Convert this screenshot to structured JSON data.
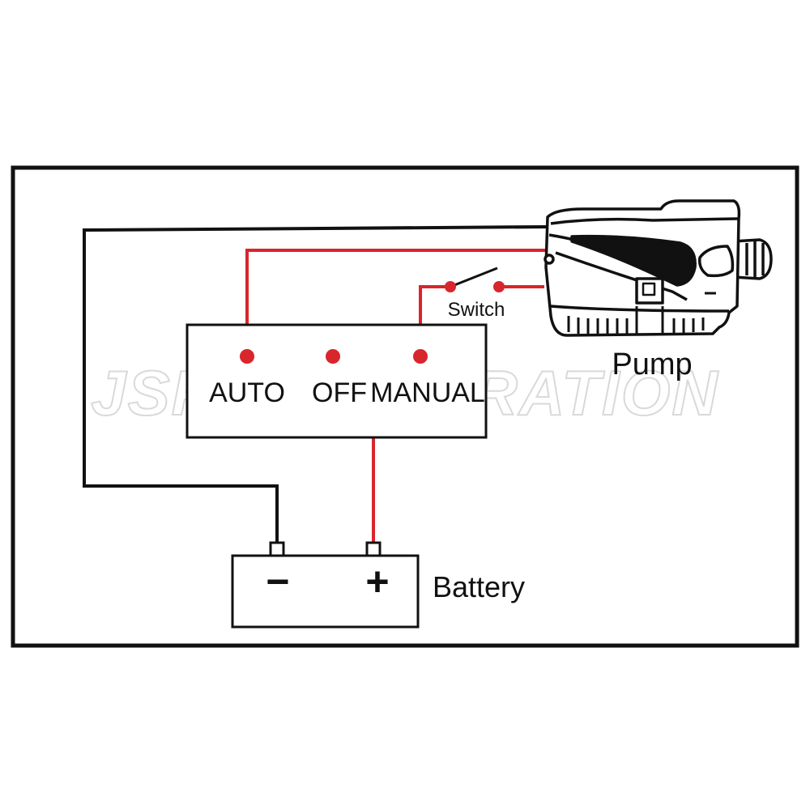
{
  "labels": {
    "pump": "Pump",
    "switch": "Switch",
    "auto": "AUTO",
    "off": "OFF",
    "manual": "MANUAL",
    "battery": "Battery",
    "negative": "−",
    "positive": "+"
  },
  "watermark": "JSP CORPORATION",
  "colors": {
    "frame": "#111111",
    "wire_black": "#111111",
    "wire_red": "#d9252c",
    "terminal_red": "#d9252c",
    "watermark_outline": "#d9d9d9",
    "background": "#ffffff"
  }
}
